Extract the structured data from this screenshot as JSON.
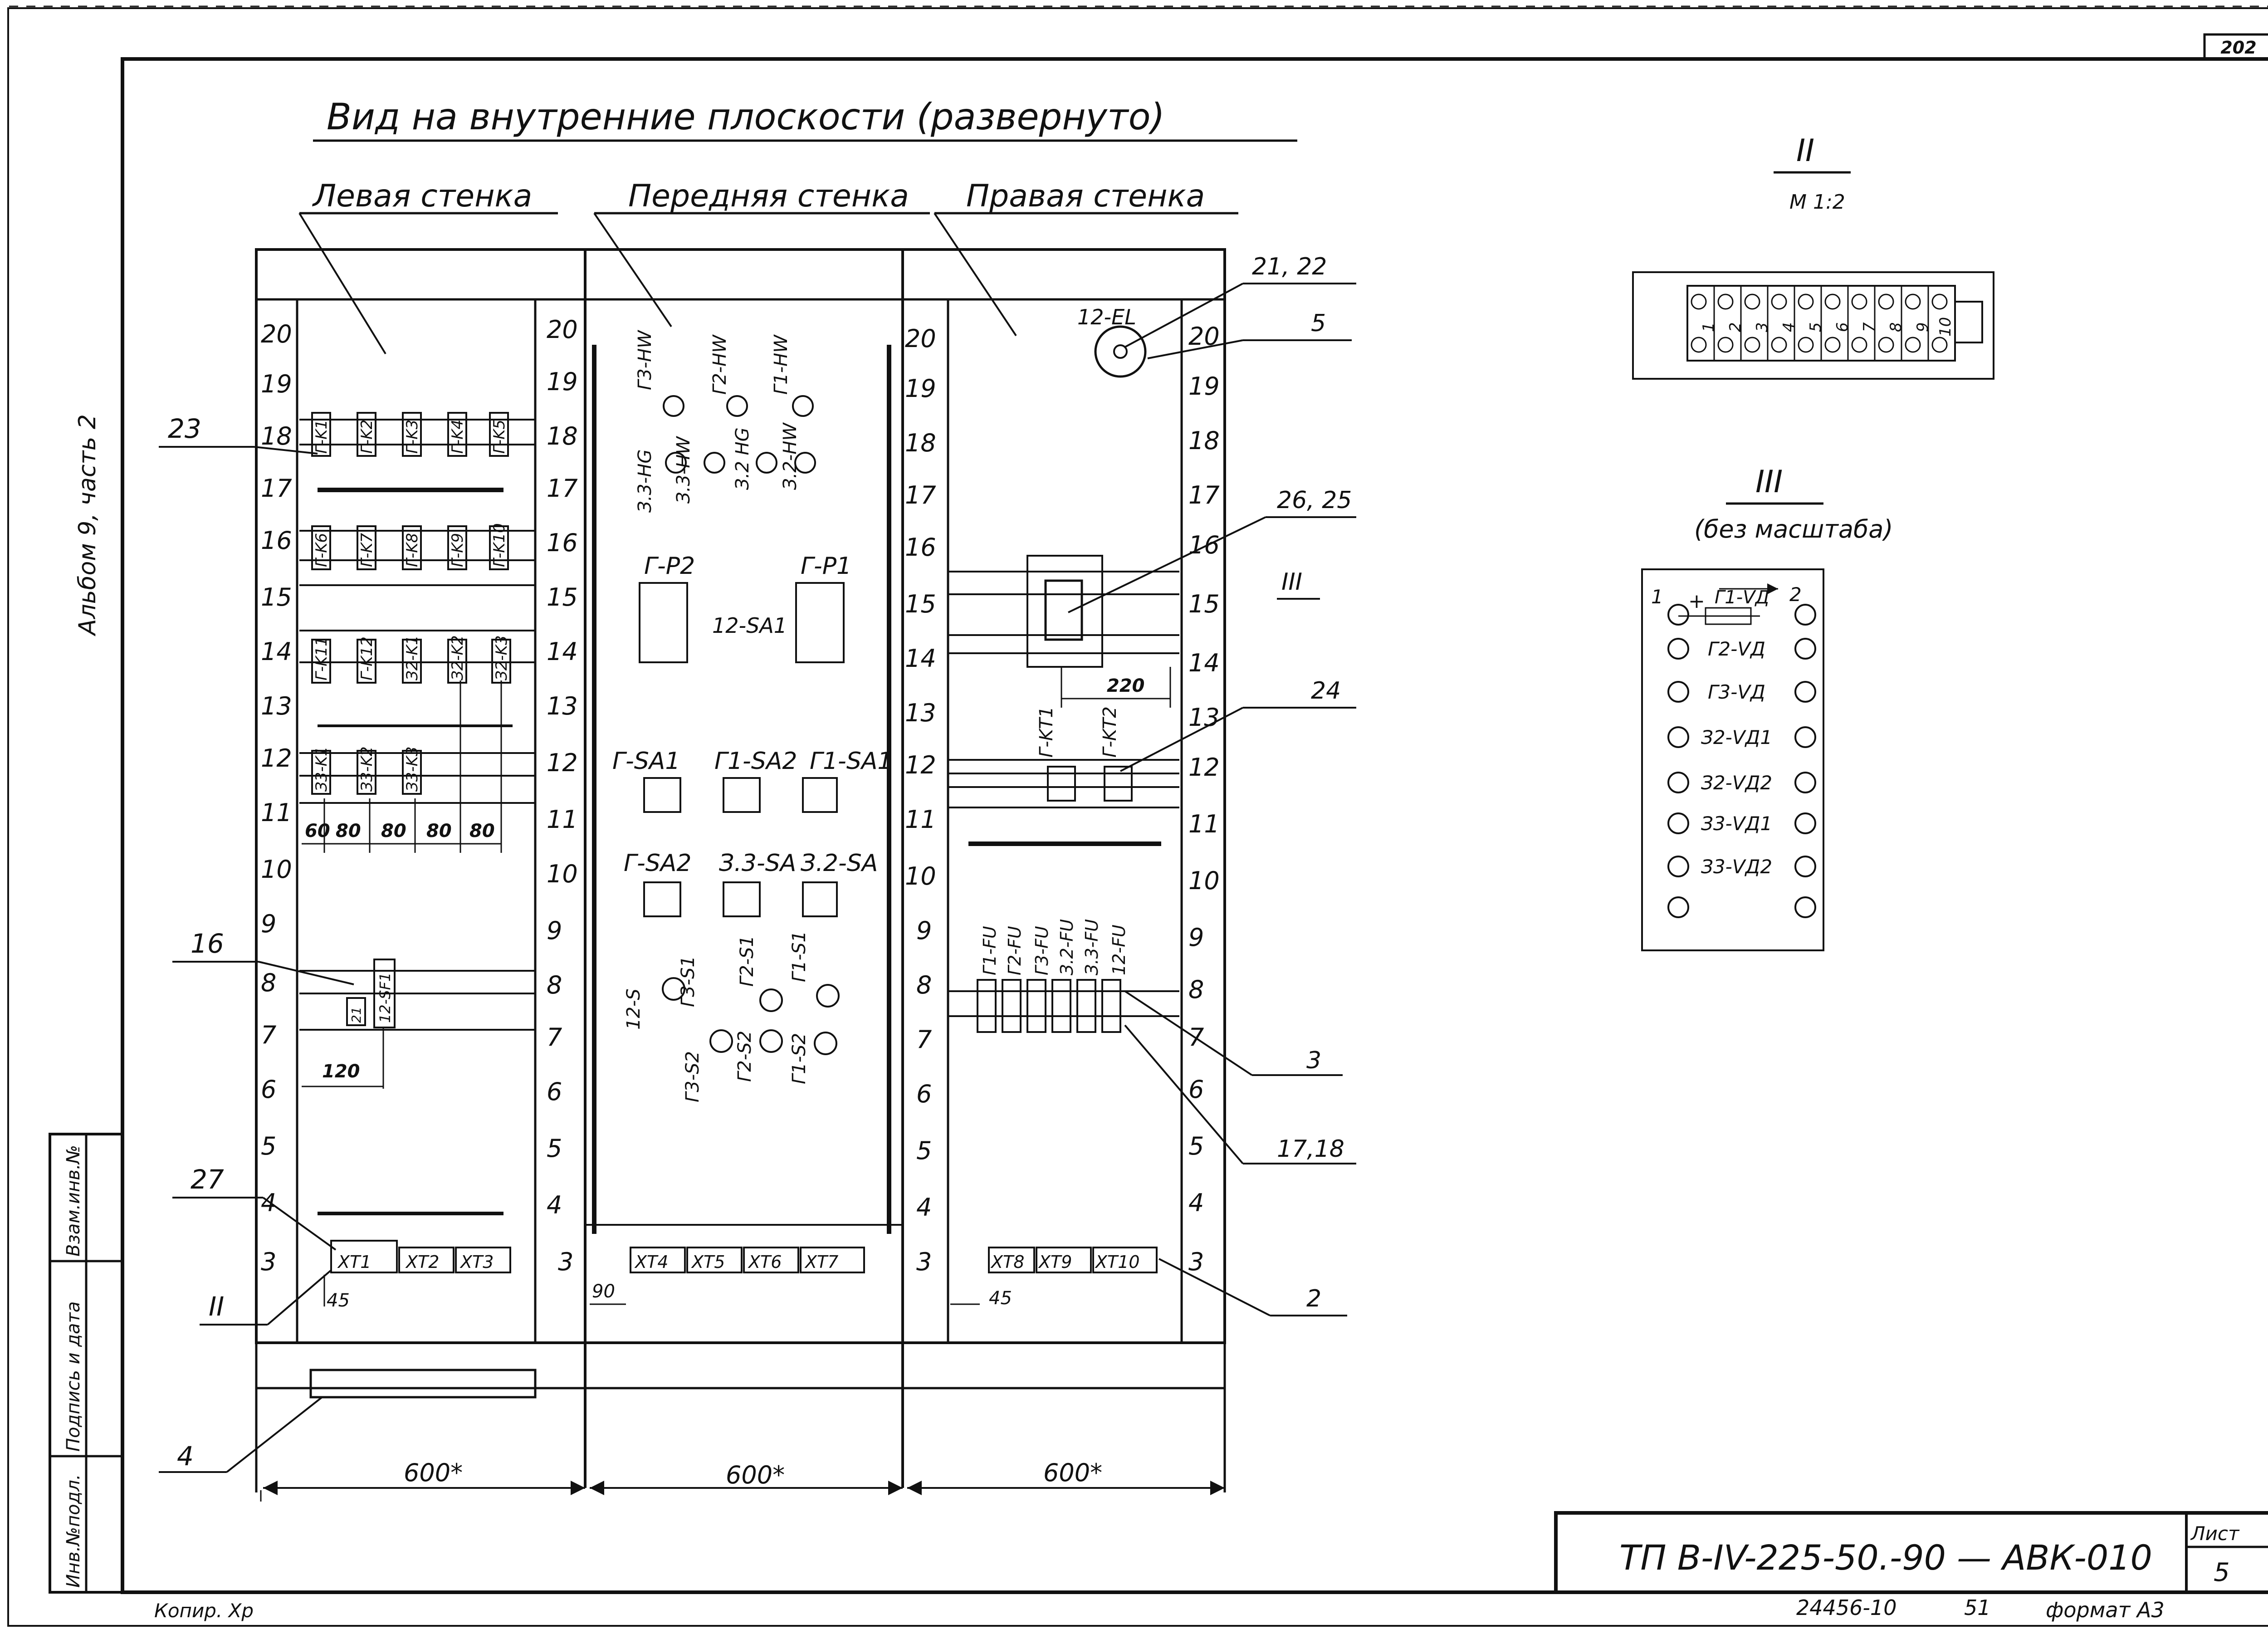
{
  "sheet_number_top": "202",
  "title": "Вид на внутренние плоскости (развернуто)",
  "walls": {
    "left": "Левая стенка",
    "front": "Передняя стенка",
    "right": "Правая стенка"
  },
  "scale_marks": [
    "20",
    "19",
    "18",
    "17",
    "16",
    "15",
    "14",
    "13",
    "12",
    "11",
    "10",
    "9",
    "8",
    "7",
    "6",
    "5",
    "4",
    "3"
  ],
  "left_wall": {
    "relays_row1": [
      "Г-K1",
      "Г-K2",
      "Г-K3",
      "Г-K4",
      "Г-K5"
    ],
    "relays_row2": [
      "Г-K6",
      "Г-K7",
      "Г-K8",
      "Г-K9",
      "Г-K10"
    ],
    "relays_row3": [
      "Г-K11",
      "Г-K12",
      "З2-K1",
      "З2-K2",
      "З2-K3"
    ],
    "relays_row4": [
      "З3-K1",
      "З3-K2",
      "З3-K3"
    ],
    "spacing_dims": [
      "60",
      "80",
      "80",
      "80",
      "80"
    ],
    "breaker_labels": [
      "21",
      "12-SF1"
    ],
    "dim_120": "120",
    "terminals": [
      "XT1",
      "XT2",
      "XT3"
    ],
    "dim_45": "45"
  },
  "front_wall": {
    "lamps_top": [
      "Г3-HW",
      "Г2-HW",
      "Г1-HW"
    ],
    "lamps_second": [
      "З.3-HG",
      "З.3-HW",
      "З.2 HG",
      "З.2-HW"
    ],
    "relays": [
      "Г-P2",
      "Г-P1"
    ],
    "switch_center": "12-SA1",
    "switches_row1": [
      "Г-SA1",
      "Г1-SA2",
      "Г1-SA1"
    ],
    "switches_row2": [
      "Г-SA2",
      "З.3-SA",
      "З.2-SA"
    ],
    "buttons_top": [
      "12-S",
      "Г3-S1",
      "Г2-S1",
      "Г1-S1"
    ],
    "buttons_bottom": [
      "Г3-S2",
      "Г2-S2",
      "Г1-S2"
    ],
    "terminals": [
      "XT4",
      "XT5",
      "XT6",
      "XT7"
    ],
    "dim_90": "90"
  },
  "right_wall": {
    "lamp": "12-EL",
    "timers": [
      "Г-KT1",
      "Г-KT2"
    ],
    "dim_220": "220",
    "fuses": [
      "Г1-FU",
      "Г2-FU",
      "Г3-FU",
      "З.2-FU",
      "З.3-FU",
      "12-FU"
    ],
    "terminals": [
      "XT8",
      "XT9",
      "XT10"
    ],
    "dim_45": "45"
  },
  "callouts": {
    "c23": "23",
    "c16": "16",
    "c27": "27",
    "cII": "II",
    "c4": "4",
    "c2122": "21, 22",
    "c5": "5",
    "c2625": "26, 25",
    "cIII": "III",
    "c24": "24",
    "c3": "3",
    "c1718": "17,18",
    "c2": "2"
  },
  "bottom_dims": [
    "600*",
    "600*",
    "600*"
  ],
  "detail_II": {
    "label": "II",
    "scale": "М 1:2",
    "numbers": [
      "1",
      "2",
      "3",
      "4",
      "5",
      "6",
      "7",
      "8",
      "9",
      "10"
    ]
  },
  "detail_III": {
    "label": "III",
    "scale": "(без масштаба)",
    "rows": [
      "Г1-VД",
      "Г2-VД",
      "Г3-VД",
      "З2-VД1",
      "З2-VД2",
      "З3-VД1",
      "З3-VД2"
    ],
    "pin1": "1",
    "pin2": "2",
    "plus": "+"
  },
  "side_stamp": {
    "album": "Альбом 9, часть 2",
    "cells": [
      "Инв.№подл.",
      "Подпись и дата",
      "Взам.инв.№"
    ]
  },
  "title_block": {
    "code": "ТП В-IV-225-50.-90 — АВК-010",
    "sheet_label": "Лист",
    "sheet_no": "5"
  },
  "footer": {
    "copied": "Копир. Хр",
    "doc_number": "24456-10",
    "extra": "51",
    "format": "формат А3"
  }
}
